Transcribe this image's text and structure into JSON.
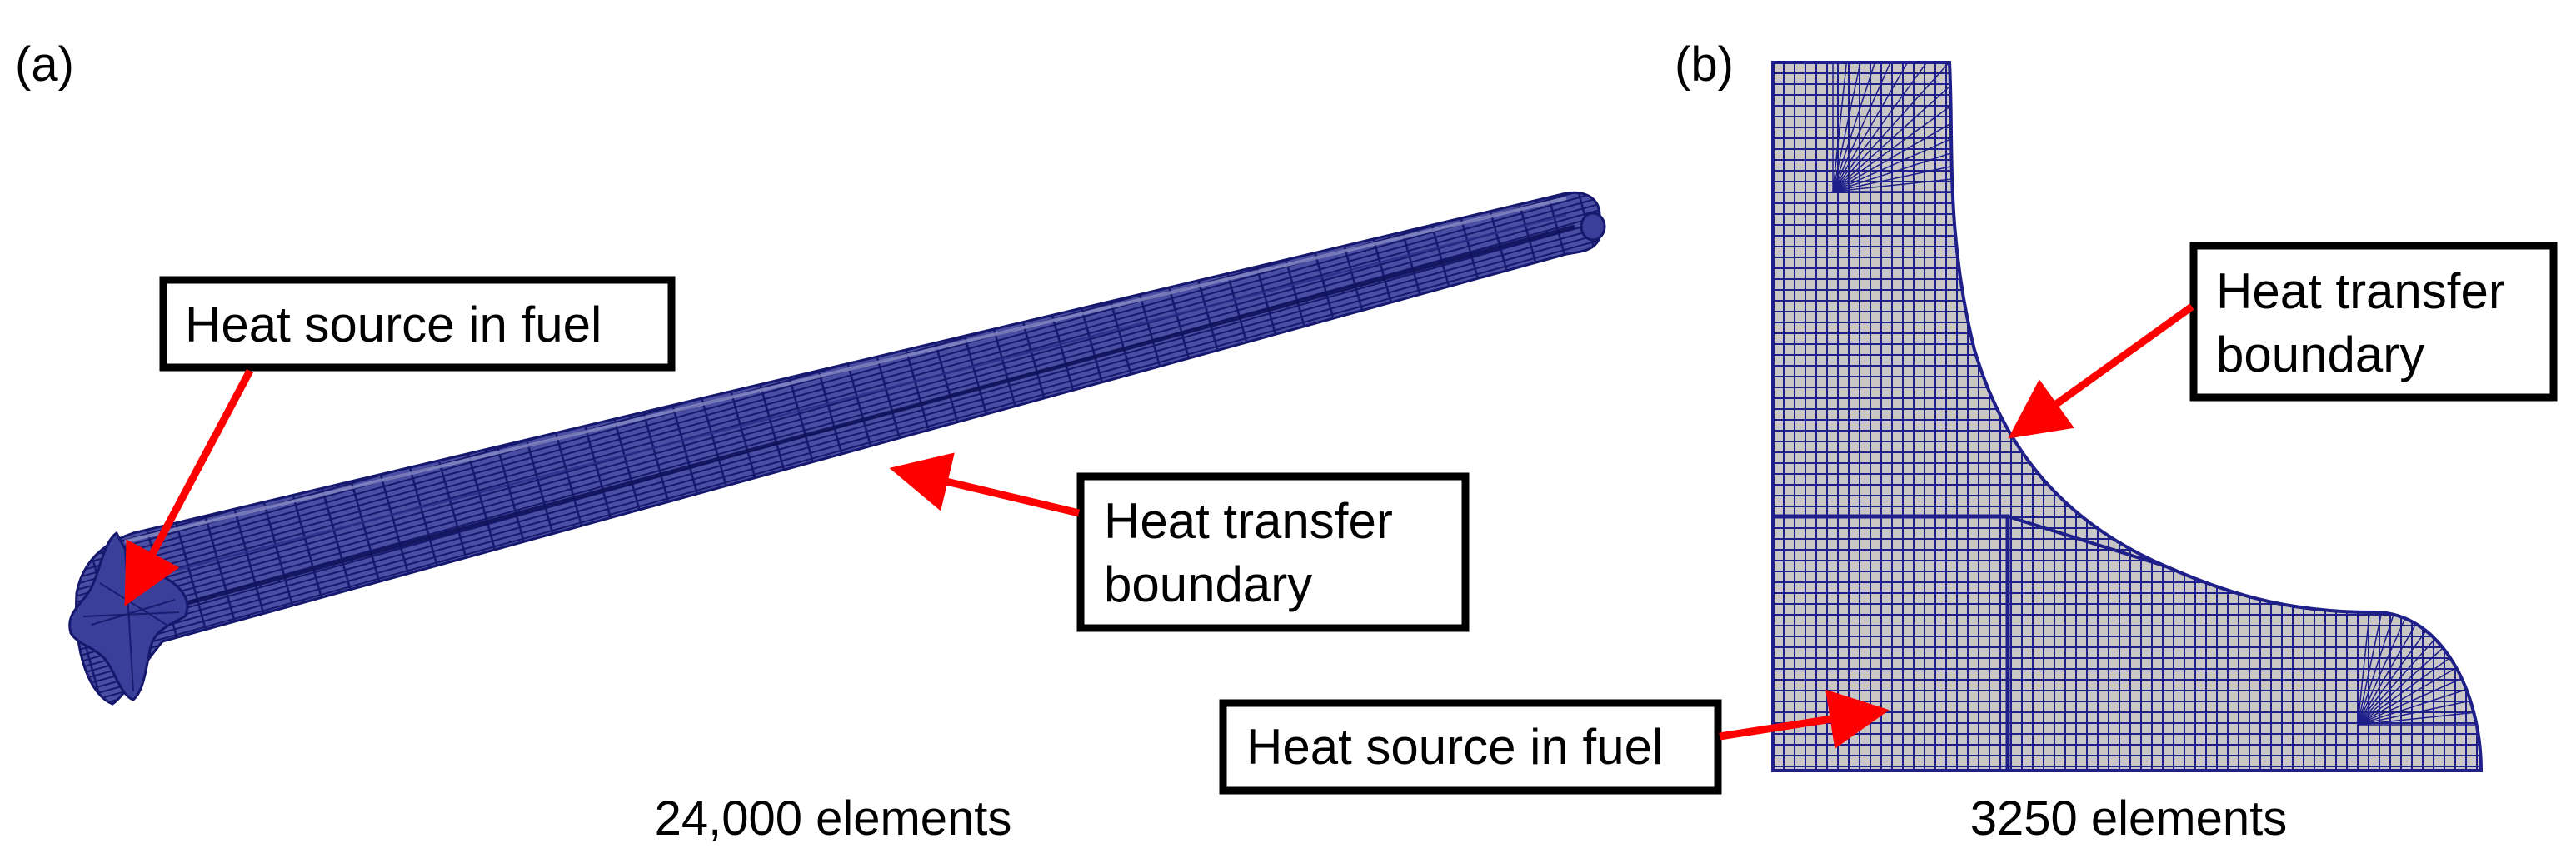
{
  "panels": {
    "a": {
      "label": "(a)",
      "element_count": "24,000 elements",
      "callouts": {
        "heat_source": "Heat source in fuel",
        "heat_transfer_line1": "Heat transfer",
        "heat_transfer_line2": "boundary"
      }
    },
    "b": {
      "label": "(b)",
      "element_count": "3250 elements",
      "callouts": {
        "heat_source": "Heat source in fuel",
        "heat_transfer_line1": "Heat transfer",
        "heat_transfer_line2": "boundary"
      }
    }
  },
  "colors": {
    "mesh_line": "#1f1f8a",
    "mesh_fill": "#c9c6c6",
    "arrow": "#ff0000"
  }
}
